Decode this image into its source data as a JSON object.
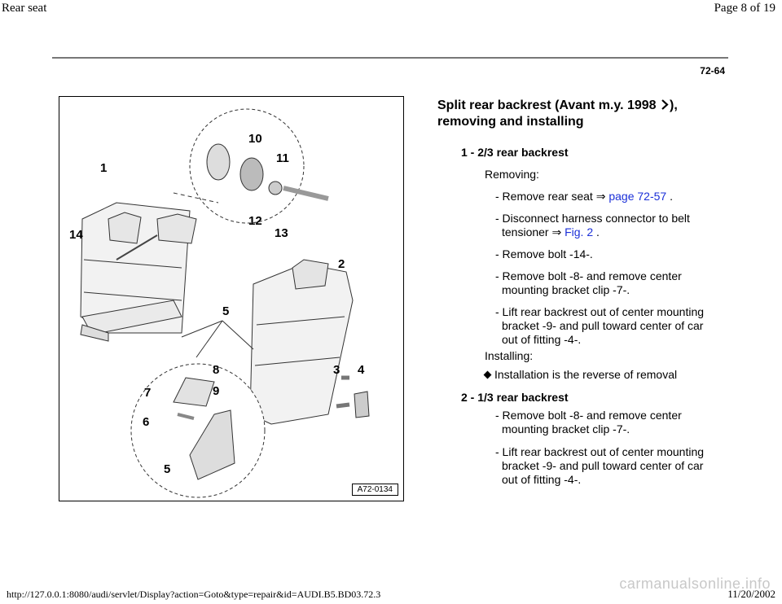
{
  "header": {
    "left": "Rear seat",
    "right": "Page 8 of 19"
  },
  "page_number": "72-64",
  "figure": {
    "code": "A72-0134",
    "callouts": [
      "1",
      "2",
      "3",
      "4",
      "5",
      "5",
      "6",
      "7",
      "8",
      "9",
      "10",
      "11",
      "12",
      "13",
      "14"
    ]
  },
  "section": {
    "title_part1": "Split rear backrest (Avant m.y. 1998",
    "title_part2": "),",
    "title_line2": "removing and installing",
    "item1": {
      "head": "1 - 2/3 rear backrest",
      "removing_label": "Removing:",
      "step1_text": "- Remove rear seat ⇒ ",
      "step1_link": "page 72-57",
      "step1_end": " .",
      "step2_text_a": "- Disconnect harness connector to belt",
      "step2_text_b": "tensioner ⇒ ",
      "step2_link": "Fig. 2",
      "step2_end": " .",
      "step3": "- Remove bolt -14-.",
      "step4_a": "- Remove bolt -8- and remove center",
      "step4_b": "mounting bracket clip -7-.",
      "step5_a": "- Lift rear backrest out of center mounting",
      "step5_b": "bracket -9- and pull toward center of car",
      "step5_c": "out of fitting -4-.",
      "installing_label": "Installing:",
      "install_note": "Installation is the reverse of removal"
    },
    "item2": {
      "head": "2 - 1/3 rear backrest",
      "step1_a": "- Remove bolt -8- and remove center",
      "step1_b": "mounting bracket clip -7-.",
      "step2_a": "- Lift rear backrest out of center mounting",
      "step2_b": "bracket -9- and pull toward center of car",
      "step2_c": "out of fitting -4-."
    }
  },
  "footer": {
    "url": "http://127.0.0.1:8080/audi/servlet/Display?action=Goto&type=repair&id=AUDI.B5.BD03.72.3",
    "watermark": "carmanualsonline.info",
    "date": "11/20/2002"
  },
  "colors": {
    "link": "#1a2fd8",
    "rule": "#777777"
  }
}
